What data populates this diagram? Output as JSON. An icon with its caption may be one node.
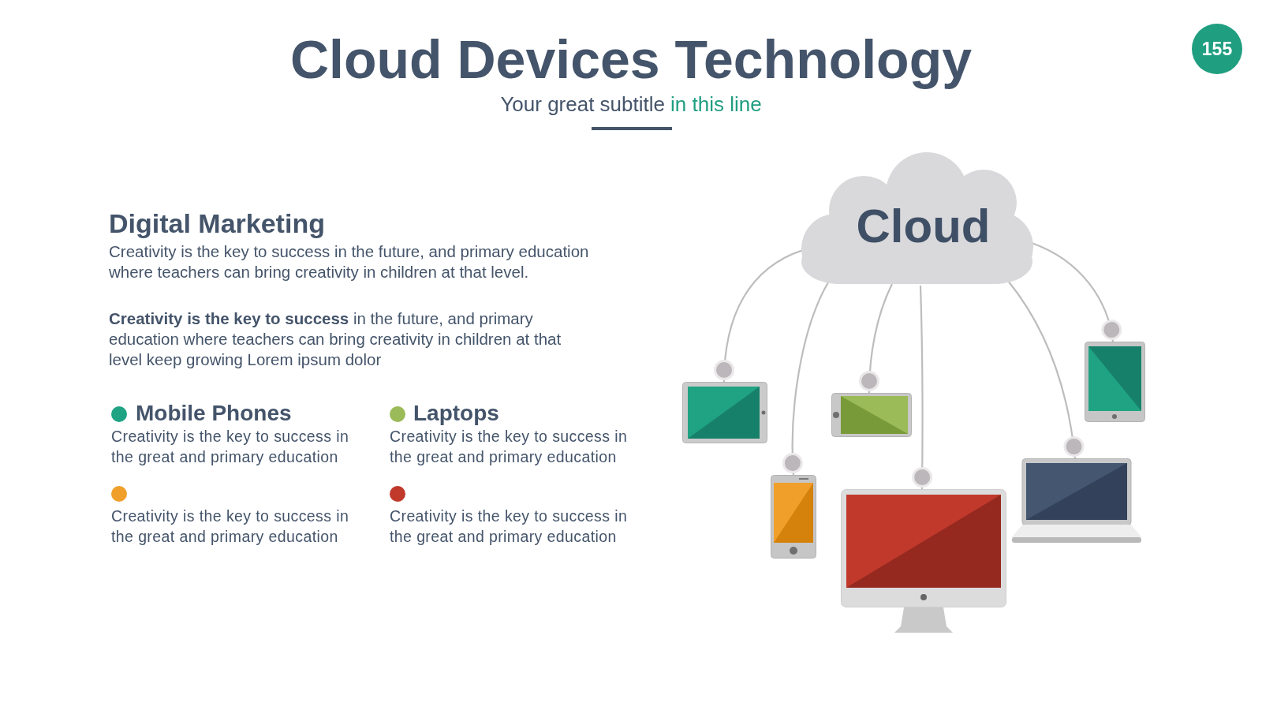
{
  "diagram": {
    "title": "Cloud Devices Technology",
    "nodes": [
      {
        "text": [
          "155"
        ]
      },
      {
        "text": [
          "Cloud"
        ]
      },
      {
        "text": [],
        "shape": "picture"
      },
      {
        "text": [],
        "shape": "picture"
      },
      {
        "text": [],
        "shape": "picture"
      },
      {
        "text": [],
        "shape": "picture"
      },
      {
        "text": [],
        "shape": "picture"
      },
      {
        "text": [],
        "shape": "picture"
      }
    ],
    "edges": [
      {
        "from": 1,
        "to": 2,
        "arrow": "other"
      },
      {
        "from": 1,
        "to": 3,
        "arrow": "other"
      },
      {
        "from": 1,
        "to": 4,
        "arrow": "other"
      },
      {
        "from": 1,
        "to": 5,
        "arrow": "other"
      },
      {
        "from": 1,
        "to": 6,
        "arrow": "other"
      },
      {
        "from": 1,
        "to": 7,
        "arrow": "other"
      }
    ],
    "labels": [
      "Your great subtitle",
      "in this line",
      "Digital Marketing",
      "Creativity is the key to success in the future, and primary education where teachers can bring creativity in children at that level.",
      "**Creativity is the key to success** in the future, and primary education where teachers can bring creativity in children at that level keep growing Lorem ipsum dolor",
      "Mobile Phones",
      "Creativity is the key to success in the great and primary education",
      "Laptops",
      "Creativity is the key to success in the great and primary education",
      "Creativity is the key to success in the great and primary education",
      "Creativity is the key to success in the great and primary education"
    ]
  }
}
